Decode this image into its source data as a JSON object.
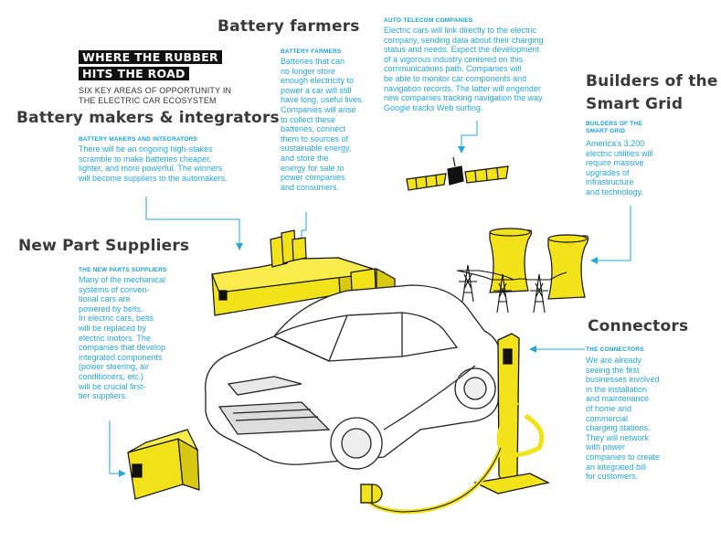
{
  "headline": {
    "title_line1": "WHERE THE RUBBER",
    "title_line2": "HITS THE ROAD",
    "subtitle": "SIX KEY AREAS OF OPPORTUNITY IN\nTHE ELECTRIC CAR ECOSYSTEM"
  },
  "battery_farmers": {
    "heading": "Battery farmers",
    "label": "BATTERY FARMERS",
    "text": "Batteries that can\nno longer store\nenough electricity to\npower a car will still\nhave long, useful lives.\nCompanies will arise\nto collect these\nbatteries, connect\nthem to sources of\nsustainable energy,\nand store the\nenergy for sale to\npower companies\nand consumers."
  },
  "auto_telecom": {
    "label": "AUTO-TELECOM COMPANIES",
    "text": "Electric cars will link directly to the electric\ncompany, sending data about their charging\nstatus and needs. Expect the development\nof a vigorous industry centered on this\ncommunications path. Companies will\nbe able to monitor car components and\nnavigation records. The latter will engender\nnew companies tracking navigation the way\nGoogle tracks Web surfing."
  },
  "battery_makers": {
    "heading": "Battery makers & integrators",
    "label": "BATTERY MAKERS AND INTEGRATORS",
    "text": "There will be an ongoing high-stakes\nscramble to make batteries cheaper,\nlighter, and more powerful. The winners\nwill become suppliers to the automakers."
  },
  "smart_grid": {
    "heading_line1": "Builders of the",
    "heading_line2": "Smart Grid",
    "label_line1": "BUILDERS OF THE",
    "label_line2": "SMART GRID",
    "text": "America's 3,200\nelectric utilities will\nrequire massive\nupgrades of\ninfrastructure\nand technology."
  },
  "new_parts": {
    "heading": "New Part Suppliers",
    "label": "THE NEW PARTS SUPPLIERS",
    "text": "Many of the mechanical\nsystems of conven-\ntional cars are\npowered by belts.\nIn electric cars, belts\nwill be replaced by\nelectric motors. The\ncompanies that develop\nintegrated components\n(power steering, air\nconditioners, etc.)\nwill be crucial first-\ntier suppliers."
  },
  "connectors": {
    "heading": "Connectors",
    "label": "THE CONNECTORS",
    "text": "We are already\nseeing the first\nbusinesses involved\nin the installation\nand maintenance\nof home and\ncommercial\ncharging stations.\nThey will network\nwith power\ncompanies to create\nan integrated bill\nfor customers."
  },
  "colors": {
    "accent_yellow": "#f2e21a",
    "text_blue": "#2aa6d6",
    "heading_gray": "#3a3a3a"
  }
}
